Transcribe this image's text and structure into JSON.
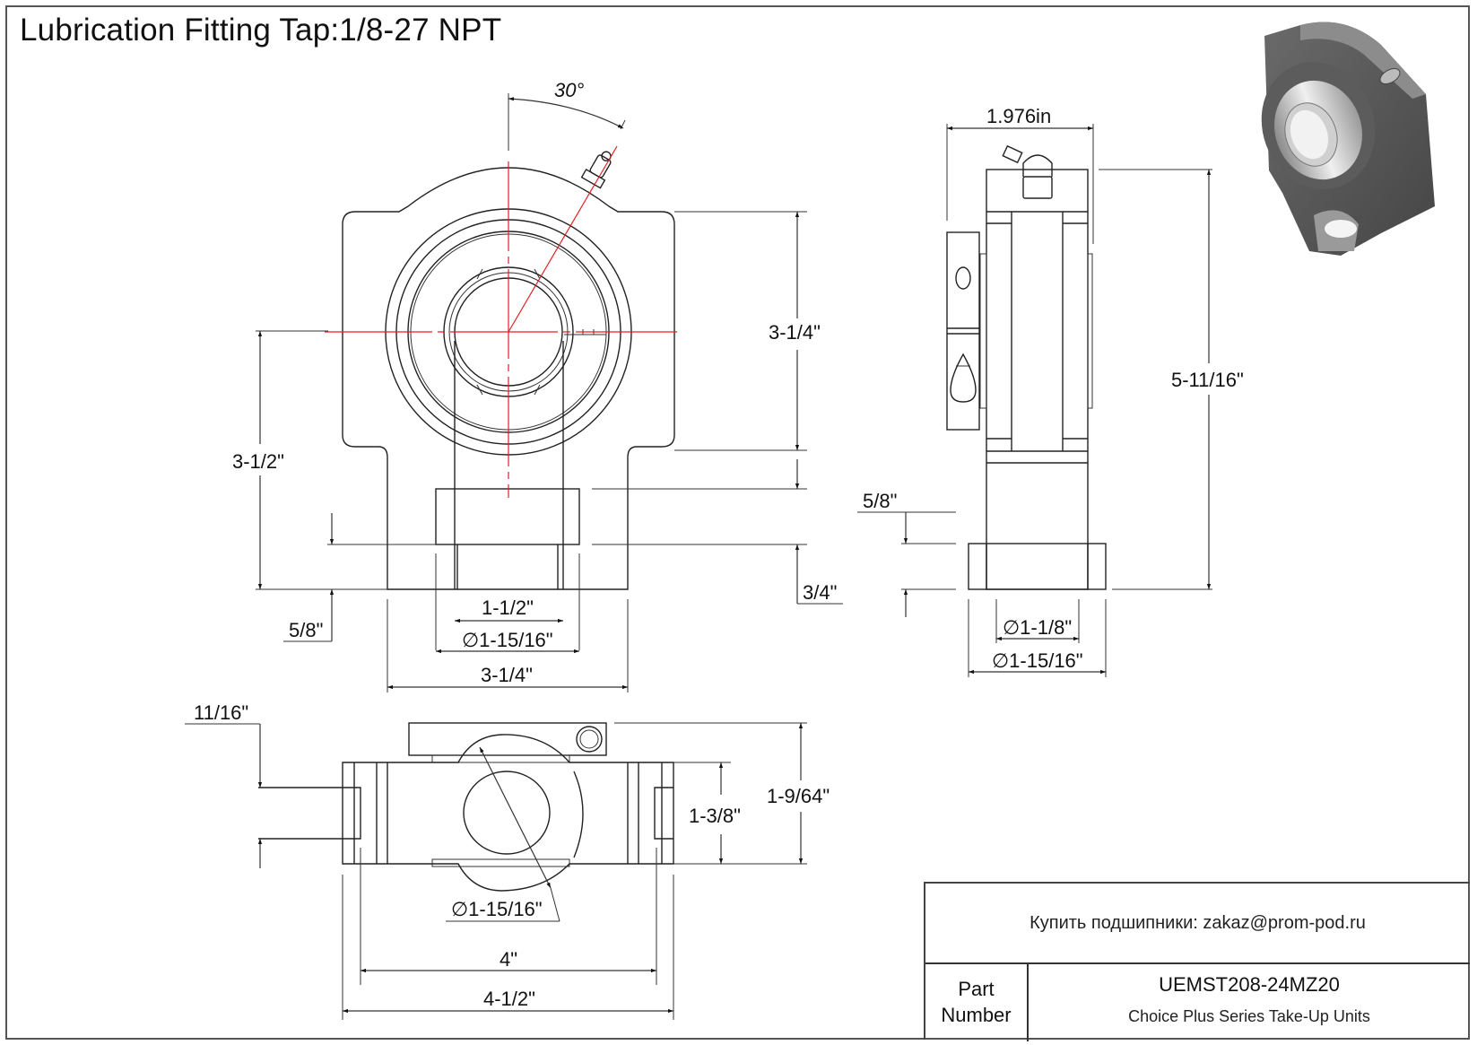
{
  "title": "Lubrication Fitting Tap:1/8-27 NPT",
  "colors": {
    "line": "#222222",
    "centerline": "#e02020",
    "render_body": "#5a5a5a",
    "render_highlight": "#d8d8d8"
  },
  "front_view": {
    "angle_label": "30°",
    "dims": {
      "housing_height": "3-1/4\"",
      "center_height": "3-1/2\"",
      "base_offset_left": "5/8\"",
      "base_offset_right": "3/4\"",
      "slot_width": "1-1/2\"",
      "bore_diameter": "1-15/16\"",
      "overall_width": "3-1/4\""
    },
    "diameter_symbol": "∅"
  },
  "side_view": {
    "dims": {
      "width": "1.976in",
      "overall_height": "5-11/16\"",
      "step_height": "5/8\"",
      "inner_diameter": "1-1/8\"",
      "outer_diameter": "1-15/16\""
    },
    "diameter_symbol": "∅"
  },
  "top_view": {
    "dims": {
      "slot_depth": "11/16\"",
      "inner_height": "1-3/8\"",
      "total_height": "1-9/64\"",
      "bore_diameter": "1-15/16\"",
      "inner_width": "4\"",
      "overall_width": "4-1/2\""
    },
    "diameter_symbol": "∅"
  },
  "title_block": {
    "contact": "Купить подшипники: zakaz@prom-pod.ru",
    "part_label_line1": "Part",
    "part_label_line2": "Number",
    "part_number": "UEMST208-24MZ20",
    "description": "Choice Plus Series Take-Up Units"
  },
  "iso_render": {
    "subject": "take-up bearing unit 3D render"
  }
}
